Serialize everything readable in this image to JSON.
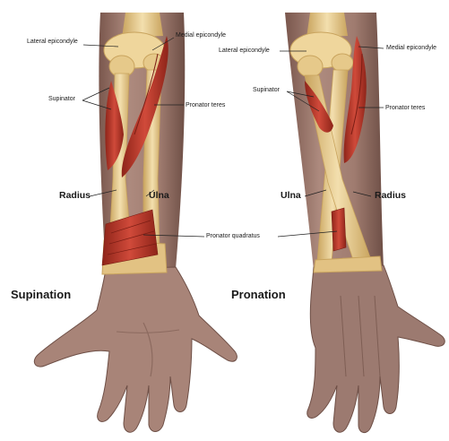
{
  "labels": {
    "supination_panel": {
      "lateral_epicondyle": "Lateral epicondyle",
      "medial_epicondyle": "Medial epicondyle",
      "supinator": "Supinator",
      "pronator_teres": "Pronator teres",
      "radius": "Radius",
      "ulna": "Ulna",
      "caption": "Supination"
    },
    "pronation_panel": {
      "lateral_epicondyle": "Lateral epicondyle",
      "medial_epicondyle": "Medial epicondyle",
      "supinator": "Supinator",
      "pronator_teres": "Pronator teres",
      "ulna": "Ulna",
      "radius": "Radius",
      "caption": "Pronation"
    },
    "shared": {
      "pronator_quadratus": "Pronator quadratus"
    }
  },
  "colors": {
    "skin": "#a88478",
    "skin_dark": "#8c6a5f",
    "skin_shadow": "#6e4f46",
    "bone": "#e6c98a",
    "bone_light": "#f3dfae",
    "bone_shadow": "#c9a45e",
    "muscle": "#c0392b",
    "muscle_dark": "#8e2419",
    "leader_line": "#222222"
  }
}
